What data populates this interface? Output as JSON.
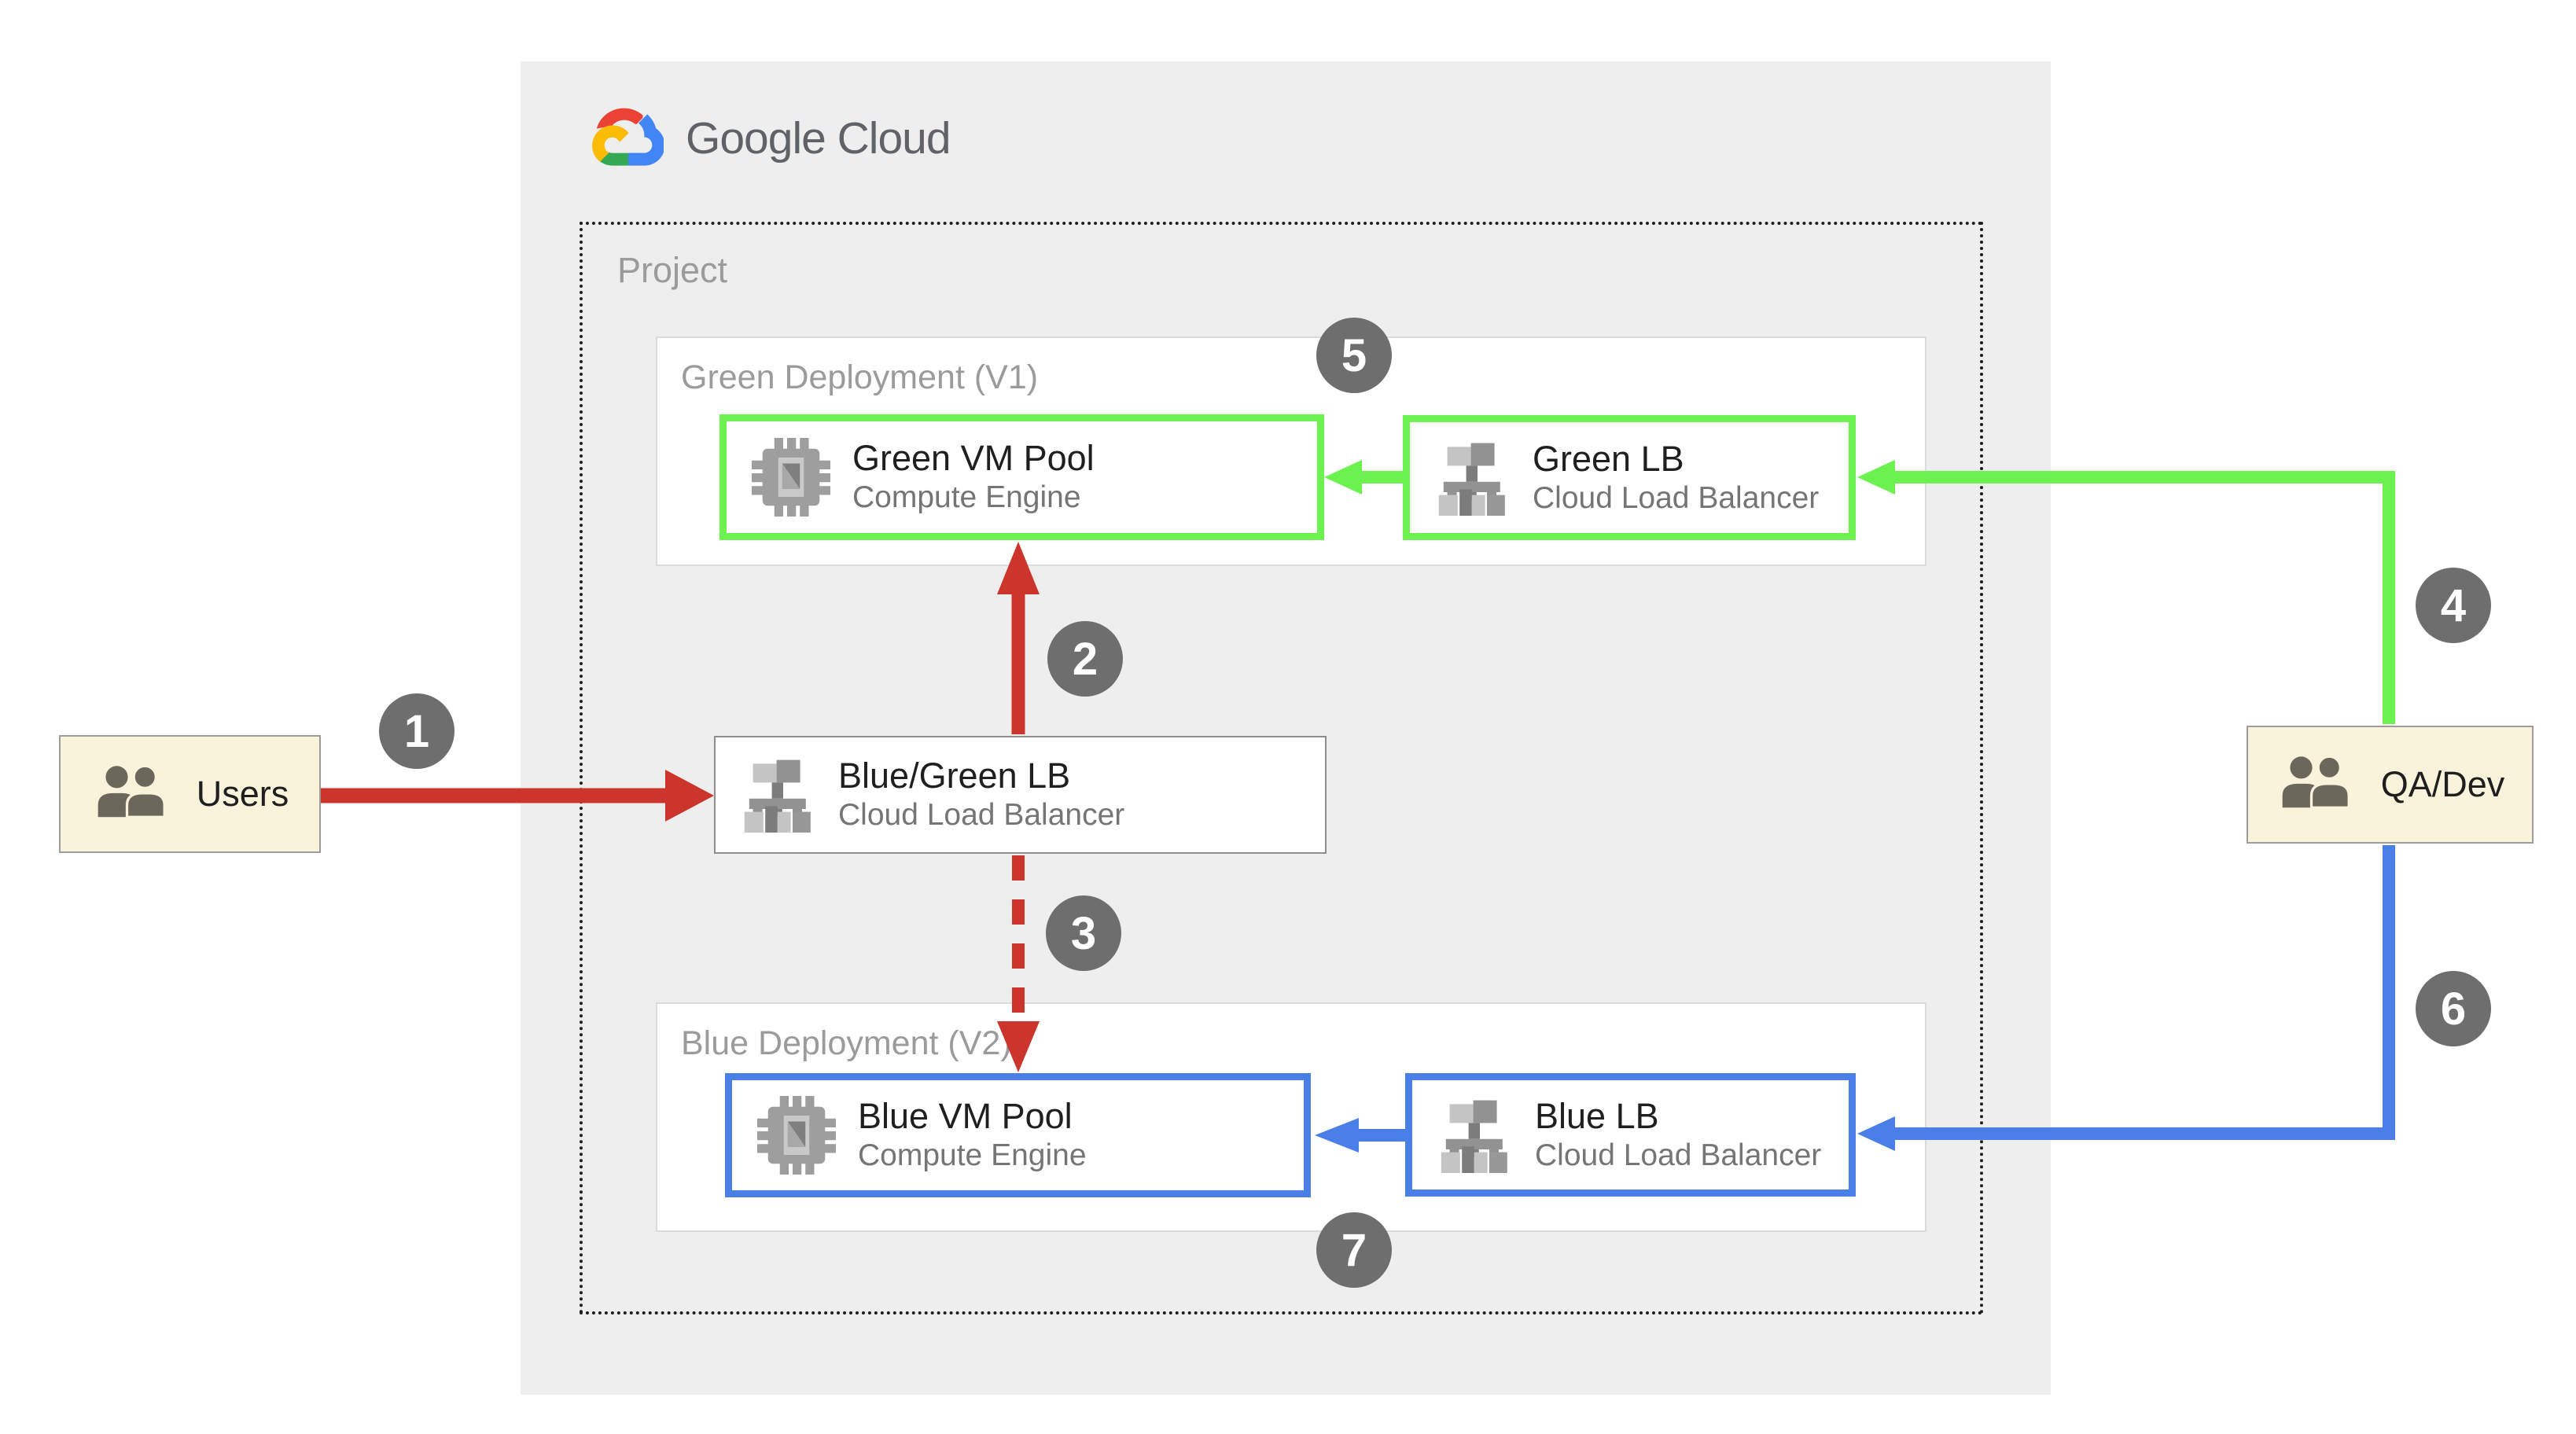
{
  "logo": {
    "text": "Google Cloud"
  },
  "project": {
    "label": "Project"
  },
  "groups": {
    "green": {
      "label": "Green Deployment (V1)"
    },
    "blue": {
      "label": "Blue Deployment (V2)"
    }
  },
  "nodes": {
    "green_vm": {
      "title": "Green VM Pool",
      "subtitle": "Compute Engine"
    },
    "green_lb": {
      "title": "Green LB",
      "subtitle": "Cloud Load Balancer"
    },
    "bluegreen_lb": {
      "title": "Blue/Green LB",
      "subtitle": "Cloud Load Balancer"
    },
    "blue_vm": {
      "title": "Blue VM Pool",
      "subtitle": "Compute Engine"
    },
    "blue_lb": {
      "title": "Blue LB",
      "subtitle": "Cloud Load Balancer"
    }
  },
  "actors": {
    "users": {
      "label": "Users"
    },
    "qadev": {
      "label": "QA/Dev"
    }
  },
  "steps": [
    "1",
    "2",
    "3",
    "4",
    "5",
    "6",
    "7"
  ],
  "edges": [
    {
      "step": "1",
      "from": "Users",
      "to": "Blue/Green LB",
      "color": "red",
      "style": "solid"
    },
    {
      "step": "2",
      "from": "Blue/Green LB",
      "to": "Green VM Pool",
      "color": "red",
      "style": "solid"
    },
    {
      "step": "3",
      "from": "Blue/Green LB",
      "to": "Blue VM Pool",
      "color": "red",
      "style": "dashed"
    },
    {
      "step": "4",
      "from": "QA/Dev",
      "to": "Green LB",
      "color": "green",
      "style": "solid"
    },
    {
      "step": "5",
      "from": "Green LB",
      "to": "Green VM Pool",
      "color": "green",
      "style": "solid"
    },
    {
      "step": "6",
      "from": "QA/Dev",
      "to": "Blue LB",
      "color": "blue",
      "style": "solid"
    },
    {
      "step": "7",
      "from": "Blue LB",
      "to": "Blue VM Pool",
      "color": "blue",
      "style": "solid"
    }
  ],
  "colors": {
    "red": "#CC352B",
    "green": "#6CF24E",
    "blue": "#4A7FE8",
    "badge_gray": "#6E6E6E",
    "panel_gray": "#EEEEEE",
    "actor_cream": "#FAF3DC",
    "logo_red": "#EA4335",
    "logo_blue": "#4285F4",
    "logo_green": "#34A853",
    "logo_yellow": "#FBBC05"
  }
}
